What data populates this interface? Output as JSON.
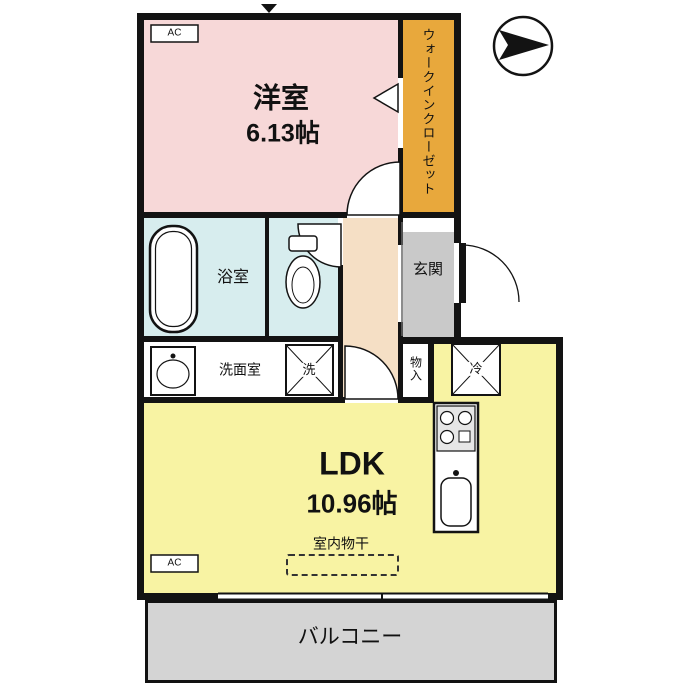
{
  "plan": {
    "western_room": {
      "label": "洋室",
      "size": "6.13帖"
    },
    "walk_in_closet": {
      "label": "ウォークインクローゼット"
    },
    "bathroom": {
      "label": "浴室"
    },
    "entrance": {
      "label": "玄関"
    },
    "washroom": {
      "label": "洗面室"
    },
    "washer": {
      "label": "洗"
    },
    "storage": {
      "label": "物入"
    },
    "refrigerator": {
      "label": "冷"
    },
    "ldk": {
      "label": "LDK",
      "size": "10.96帖"
    },
    "indoor_drying": {
      "label": "室内物干"
    },
    "balcony": {
      "label": "バルコニー"
    },
    "ac_upper": {
      "label": "AC"
    },
    "ac_lower": {
      "label": "AC"
    }
  },
  "colors": {
    "wall": "#131313",
    "western_room_fill": "#f7d8d8",
    "walk_in_closet_fill": "#e8a83c",
    "wet_area_fill": "#d7edee",
    "hallway_fill": "#f5dfc5",
    "entrance_fill": "#c9c9c9",
    "ldk_fill": "#f8f3a3",
    "balcony_fill": "#d4d4d4"
  }
}
